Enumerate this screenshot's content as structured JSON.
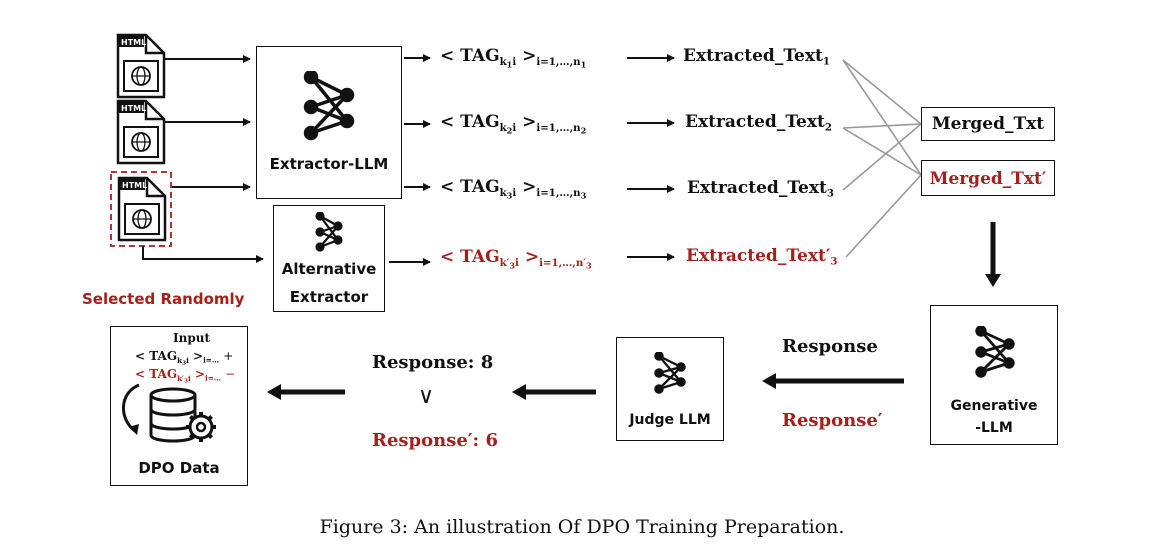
{
  "labels": {
    "extractor": "Extractor-LLM",
    "alt_line1": "Alternative",
    "alt_line2": "Extractor",
    "selected_randomly": "Selected Randomly",
    "merged": "Merged_Txt",
    "merged_prime": "Merged_Txt′",
    "generative_line1": "Generative",
    "generative_line2": "-LLM",
    "response_top": "Response",
    "response_bottom": "Response′",
    "judge": "Judge LLM",
    "response_score": "Response: 8",
    "compare": "∨",
    "response_prime_score": "Response′: 6",
    "dpo_data": "DPO Data",
    "input": "Input",
    "input_plus": "+",
    "input_minus": "−",
    "html_icon": "HTML"
  },
  "tags": [
    {
      "pre": "< TAG",
      "k": "k",
      "ksub": "1",
      "post": "i",
      "close": ">",
      "range": "i=1,…,n",
      "nsub": "1"
    },
    {
      "pre": "< TAG",
      "k": "k",
      "ksub": "2",
      "post": "i",
      "close": ">",
      "range": "i=1,…,n",
      "nsub": "2"
    },
    {
      "pre": "< TAG",
      "k": "k",
      "ksub": "3",
      "post": "i",
      "close": ">",
      "range": "i=1,…,n",
      "nsub": "3"
    },
    {
      "pre": "< TAG",
      "k": "k′",
      "ksub": "3",
      "post": "i",
      "close": ">",
      "range": "i=1,…,n′",
      "nsub": "3"
    }
  ],
  "texts": [
    {
      "base": "Extracted_Text",
      "sub": "1"
    },
    {
      "base": "Extracted_Text",
      "sub": "2"
    },
    {
      "base": "Extracted_Text",
      "sub": "3"
    },
    {
      "base": "Extracted_Text′",
      "sub": "3"
    }
  ],
  "input_tags": [
    {
      "pre": "< TAG",
      "k": "k",
      "ksub": "3",
      "post": "i",
      "close": ">",
      "range": "i=…"
    },
    {
      "pre": "< TAG",
      "k": "k′",
      "ksub": "3",
      "post": "i",
      "close": ">",
      "range": "i=…"
    }
  ],
  "caption": "Figure 3: An illustration Of DPO Training Preparation.",
  "colors": {
    "red": "#a51f1c",
    "black": "#111111",
    "gray": "#999999"
  }
}
